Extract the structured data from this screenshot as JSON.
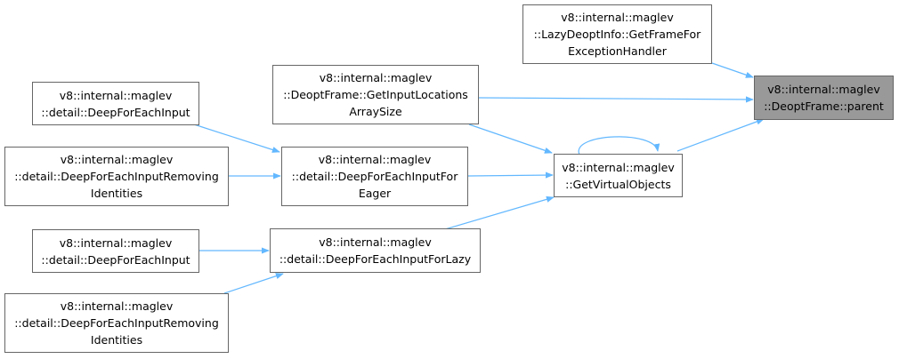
{
  "colors": {
    "edge": "#63b8ff",
    "node_border": "#666666",
    "root_fill": "#999999",
    "node_fill": "#ffffff"
  },
  "nodes": {
    "parent": [
      "v8::internal::maglev",
      "::DeoptFrame::parent"
    ],
    "lazy_deopt_get_frame": [
      "v8::internal::maglev",
      "::LazyDeoptInfo::GetFrameFor",
      "ExceptionHandler"
    ],
    "get_input_locations": [
      "v8::internal::maglev",
      "::DeoptFrame::GetInputLocations",
      "ArraySize"
    ],
    "get_virtual_objects": [
      "v8::internal::maglev",
      "::GetVirtualObjects"
    ],
    "deep_for_each_input_for_eager": [
      "v8::internal::maglev",
      "::detail::DeepForEachInputFor",
      "Eager"
    ],
    "deep_for_each_input_for_lazy": [
      "v8::internal::maglev",
      "::detail::DeepForEachInputForLazy"
    ],
    "deep_for_each_input_1": [
      "v8::internal::maglev",
      "::detail::DeepForEachInput"
    ],
    "deep_for_each_input_removing_1": [
      "v8::internal::maglev",
      "::detail::DeepForEachInputRemoving",
      "Identities"
    ],
    "deep_for_each_input_2": [
      "v8::internal::maglev",
      "::detail::DeepForEachInput"
    ],
    "deep_for_each_input_removing_2": [
      "v8::internal::maglev",
      "::detail::DeepForEachInputRemoving",
      "Identities"
    ]
  }
}
